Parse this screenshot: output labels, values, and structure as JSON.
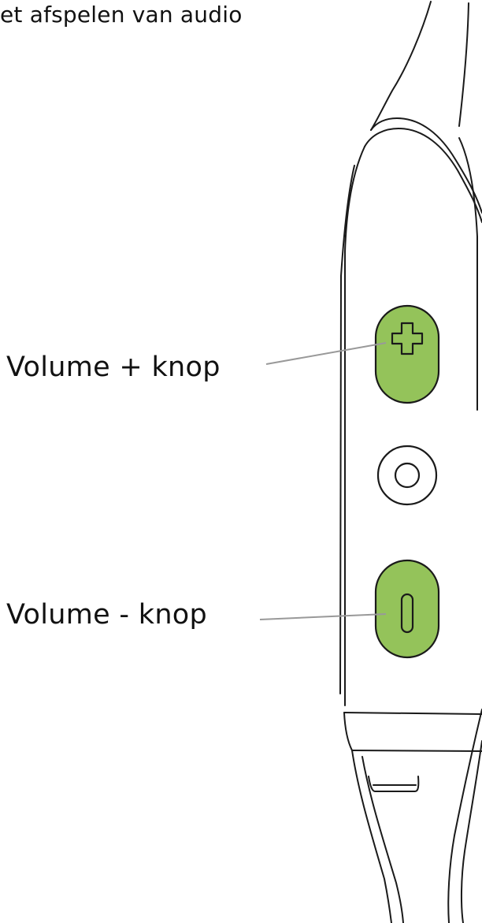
{
  "caption": "et afspelen van audio",
  "labels": {
    "volume_up": "Volume + knop",
    "volume_down": "Volume - knop"
  },
  "colors": {
    "button_fill": "#94c35a",
    "outline": "#1a1a1a",
    "leader_line": "#999999"
  },
  "icons": {
    "volume_up_button": "plus-icon",
    "volume_down_button": "minus-icon",
    "center_button": "circle-button-icon"
  }
}
